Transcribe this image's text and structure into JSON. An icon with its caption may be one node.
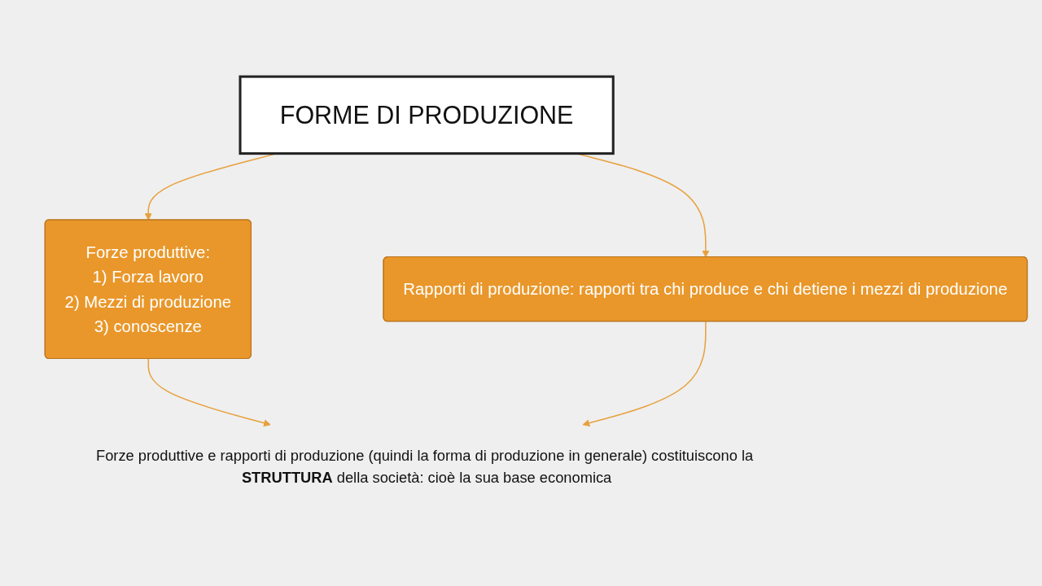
{
  "diagram": {
    "nodes": [
      {
        "text": [
          "FORME DI PRODUZIONE"
        ]
      },
      {
        "text": [
          "Forze produttive:",
          "1) Forza lavoro",
          "2) Mezzi di produzione",
          "3) conoscenze"
        ]
      },
      {
        "text": [
          "Rapporti di produzione: rapporti tra chi produce e chi detiene i mezzi di produzione"
        ]
      },
      {
        "text": [
          "Forze produttive e rapporti di produzione (quindi la forma di produzione in generale) costituiscono la **STRUTTURA** della società: cioè la sua base economica"
        ]
      }
    ],
    "edges": [
      {
        "from": 0,
        "to": 1,
        "arrow": "to",
        "color": "#e8a03c"
      },
      {
        "from": 0,
        "to": 2,
        "arrow": "to",
        "color": "#e8a03c"
      },
      {
        "from": 1,
        "to": 3,
        "arrow": "to",
        "color": "#e8a03c"
      },
      {
        "from": 2,
        "to": 3,
        "arrow": "to",
        "color": "#e8a03c"
      }
    ]
  }
}
